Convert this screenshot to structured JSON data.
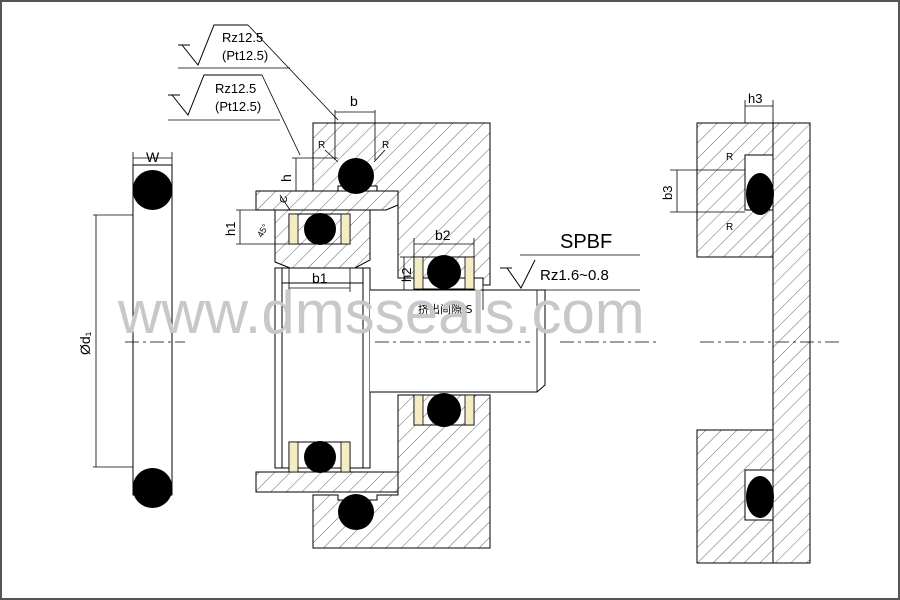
{
  "watermark": "www.dmsseals.com",
  "labels": {
    "w": "W",
    "d1": "Ød₁",
    "rz_top": "Rz12.5",
    "pt_top": "(Pt12.5)",
    "rz_mid": "Rz12.5",
    "pt_mid": "(Pt12.5)",
    "b": "b",
    "r1": "R",
    "r2": "R",
    "h": "h",
    "c": "C",
    "h1": "h1",
    "angle": "45°",
    "b1": "b1",
    "b2": "b2",
    "h2": "h2",
    "extrusion_gap": "挤出间隙.S",
    "product_code": "SPBF",
    "rz_shaft": "Rz1.6~0.8",
    "h3": "h3",
    "b3": "b3",
    "r3": "R",
    "r4": "R"
  },
  "colors": {
    "ring": "#000000",
    "backup_ring": "#f3ecc4",
    "hatch": "#555555",
    "watermark": "#c8c8c8",
    "frame": "#555555"
  }
}
